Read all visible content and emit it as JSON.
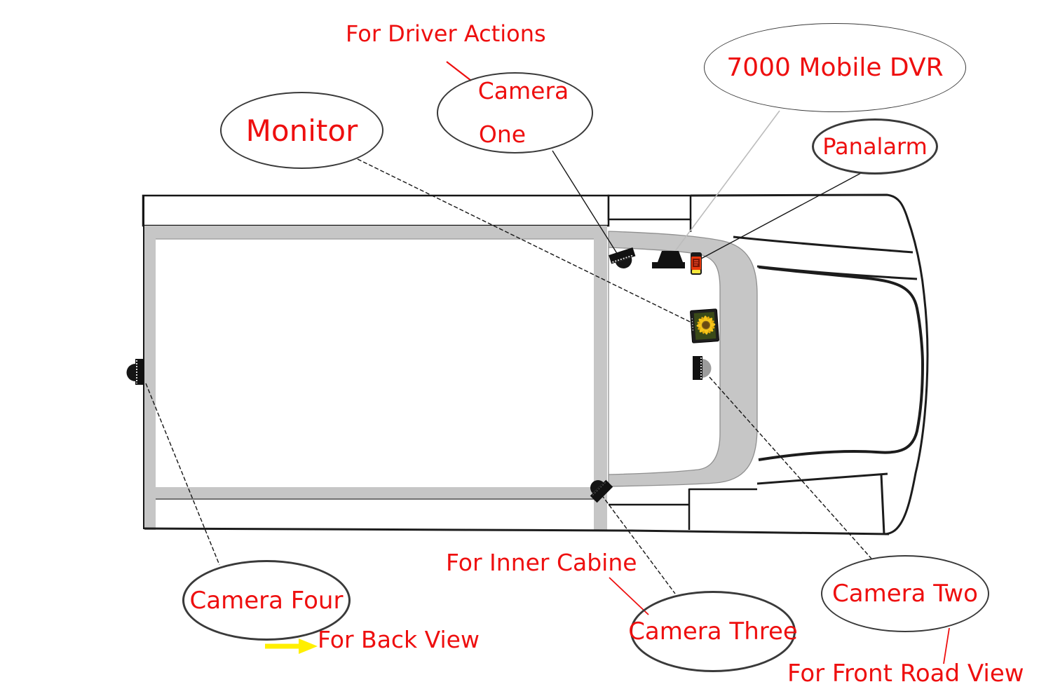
{
  "colors": {
    "label_red": "#ee0f0f",
    "arrow_yellow": "#ffef00",
    "vehicle_gray": "#c6c6c6",
    "outline_black": "#1c1c1c",
    "dvr_leader_gray": "#bcbcbc",
    "panalarm_body_red": "#e8380d",
    "panalarm_button_yellow": "#f5e63c",
    "sunflower_yellow": "#f6c51a"
  },
  "callouts": {
    "monitor": {
      "label": "Monitor"
    },
    "camera_one": {
      "label_line1": "Camera",
      "label_line2": "One"
    },
    "mobile_dvr": {
      "label": "7000 Mobile DVR"
    },
    "panalarm": {
      "label": "Panalarm"
    },
    "camera_four": {
      "label": "Camera Four"
    },
    "camera_three": {
      "label": "Camera Three"
    },
    "camera_two": {
      "label": "Camera Two"
    }
  },
  "annotations": {
    "driver_actions": "For Driver Actions",
    "back_view": "For Back View",
    "inner_cabine": "For Inner Cabine",
    "front_road_view": "For Front Road View"
  },
  "icons": [
    {
      "name": "dome-camera-one-icon",
      "depicts": "dome camera on cab ceiling"
    },
    {
      "name": "dvr-box-icon",
      "depicts": "7000 mobile DVR unit"
    },
    {
      "name": "panalarm-device-icon",
      "depicts": "panalarm device"
    },
    {
      "name": "monitor-screen-icon",
      "depicts": "LCD monitor showing sunflower"
    },
    {
      "name": "dome-camera-two-icon",
      "depicts": "front road view camera"
    },
    {
      "name": "dome-camera-three-icon",
      "depicts": "inner cabin camera"
    },
    {
      "name": "dome-camera-four-icon",
      "depicts": "back view camera"
    },
    {
      "name": "yellow-arrow-icon",
      "depicts": "arrow pointing right"
    }
  ]
}
